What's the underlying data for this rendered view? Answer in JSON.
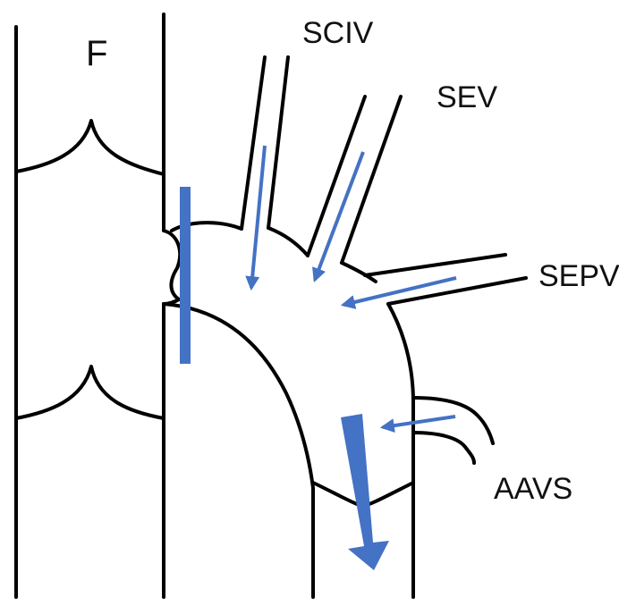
{
  "labels": {
    "f": "F",
    "sciv": "SCIV",
    "sev": "SEV",
    "sepv": "SEPV",
    "aavs": "AAVS"
  },
  "colors": {
    "stroke": "#000000",
    "flow_arrow": "#4472C4",
    "background": "#ffffff"
  }
}
